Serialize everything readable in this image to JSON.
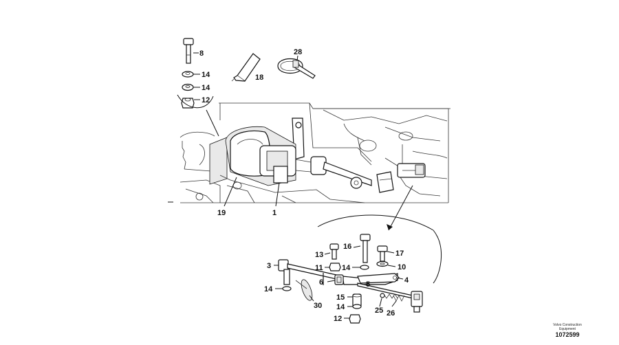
{
  "callouts": {
    "c8": "8",
    "c14a": "14",
    "c14b": "14",
    "c12a": "12",
    "c18": "18",
    "c28": "28",
    "c19": "19",
    "c1": "1",
    "c13": "13",
    "c16": "16",
    "c17": "17",
    "c3": "3",
    "c11": "11",
    "c14c": "14",
    "c10": "10",
    "c5": "5",
    "c4": "4",
    "c6": "6",
    "c14d": "14",
    "c15": "15",
    "c14e": "14",
    "c25": "25",
    "c26": "26",
    "c30": "30",
    "c12b": "12"
  },
  "footer": {
    "brand_line1": "Volvo Construction",
    "brand_line2": "Equipment",
    "drawing_number": "1072599"
  }
}
